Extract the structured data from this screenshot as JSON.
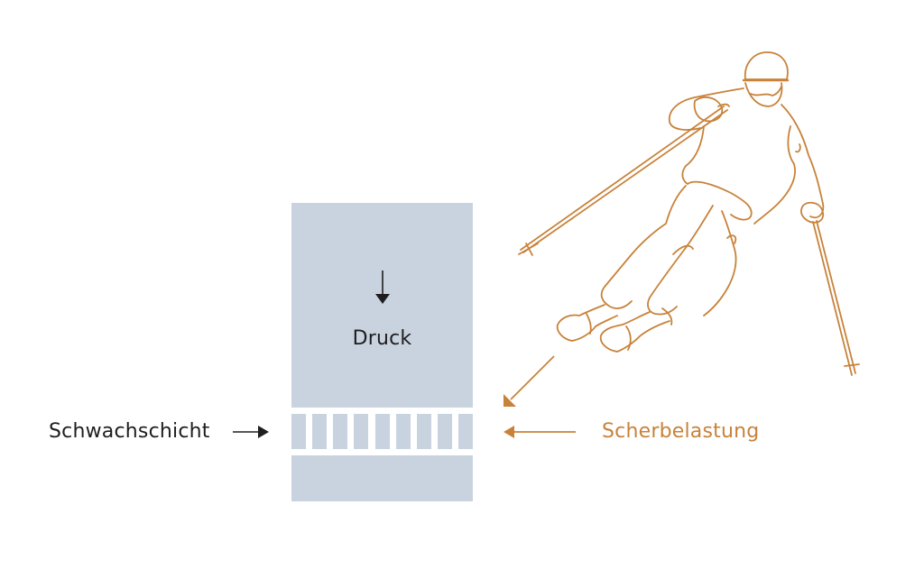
{
  "diagram": {
    "type": "snowpack-load-illustration",
    "labels": {
      "pressure": "Druck",
      "weak_layer": "Schwachschicht",
      "shear_load": "Scherbelastung"
    },
    "elements": {
      "top_snow_block": {
        "description": "slab above weak layer"
      },
      "weak_layer": {
        "segments": 9
      },
      "bottom_snow_block": {
        "description": "base below weak layer"
      },
      "skier": {
        "description": "line drawing of a skier carving a turn"
      }
    },
    "arrows": [
      {
        "name": "pressure-arrow",
        "direction": "down",
        "color": "#1e1e1e"
      },
      {
        "name": "weak-layer-pointer-arrow",
        "direction": "right",
        "color": "#1e1e1e"
      },
      {
        "name": "skier-force-arrow",
        "direction": "down-left",
        "color": "#c8823a"
      },
      {
        "name": "shear-arrow",
        "direction": "left",
        "color": "#c8823a"
      }
    ],
    "colors": {
      "snow_block": "#c9d3e0",
      "accent_orange": "#c8823a",
      "text_dark": "#1e1e1e",
      "background": "#ffffff"
    }
  }
}
